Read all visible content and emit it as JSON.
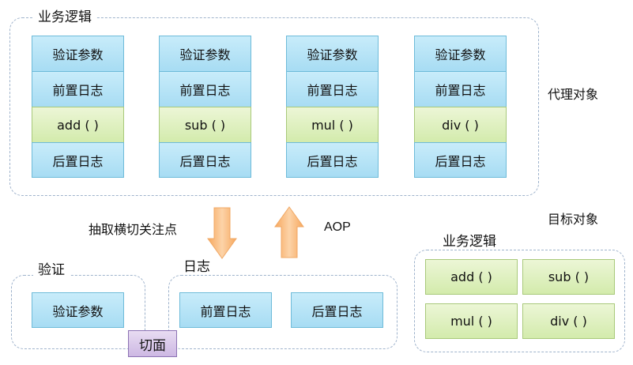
{
  "proxy_group": {
    "title": "业务逻辑",
    "side_label": "代理对象",
    "columns": [
      {
        "top": "验证参数",
        "pre": "前置日志",
        "method": "add ( )",
        "post": "后置日志"
      },
      {
        "top": "验证参数",
        "pre": "前置日志",
        "method": "sub ( )",
        "post": "后置日志"
      },
      {
        "top": "验证参数",
        "pre": "前置日志",
        "method": "mul ( )",
        "post": "后置日志"
      },
      {
        "top": "验证参数",
        "pre": "前置日志",
        "method": "div ( )",
        "post": "后置日志"
      }
    ]
  },
  "arrows": {
    "down_label": "抽取横切关注点",
    "up_label": "AOP"
  },
  "target_group": {
    "side_label": "目标对象",
    "title": "业务逻辑",
    "methods": [
      "add ( )",
      "sub ( )",
      "mul ( )",
      "div ( )"
    ]
  },
  "validate_group": {
    "title": "验证",
    "item": "验证参数"
  },
  "log_group": {
    "title": "日志",
    "items": [
      "前置日志",
      "后置日志"
    ]
  },
  "aspect_label": "切面",
  "colors": {
    "blue_fill": "#b7e3f6",
    "green_fill": "#dcefbe",
    "purple_fill": "#d8c6ea",
    "arrow_fill": "#fbc38c",
    "dashed_border": "#9fb3cc"
  }
}
